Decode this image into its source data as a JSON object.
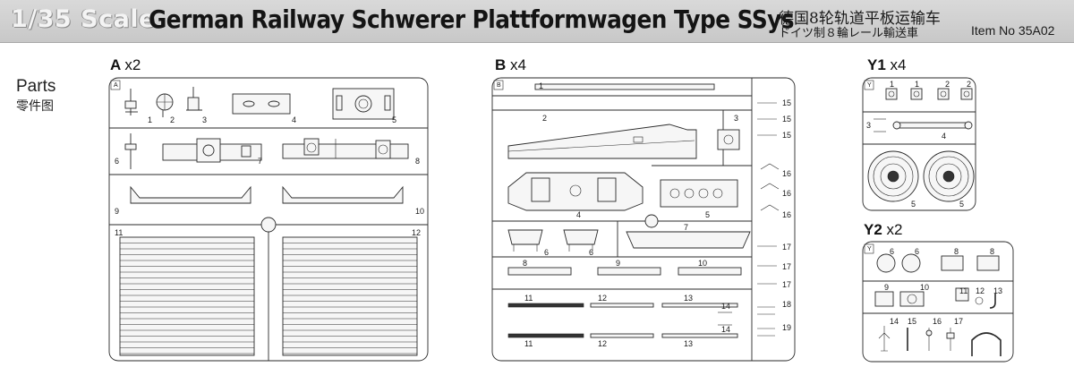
{
  "header": {
    "scale": "1/35 Scale",
    "title": "German Railway Schwerer Plattformwagen Type SSys",
    "title_cn": "德国8轮轨道平板运输车",
    "title_jp": "ドイツ制８輪レール輸送車",
    "item_no": "Item No 35A02"
  },
  "parts": {
    "label": "Parts",
    "label_cn": "零件图"
  },
  "sprues": {
    "A": {
      "name": "A",
      "count": "x2",
      "tag": "A",
      "nums": [
        "1",
        "2",
        "3",
        "4",
        "5",
        "6",
        "7",
        "8",
        "9",
        "10",
        "11",
        "12"
      ]
    },
    "B": {
      "name": "B",
      "count": "x4",
      "tag": "B",
      "nums": [
        "1",
        "2",
        "3",
        "4",
        "5",
        "6",
        "6",
        "7",
        "8",
        "9",
        "10",
        "11",
        "11",
        "12",
        "12",
        "13",
        "13",
        "14",
        "14",
        "15",
        "15",
        "15",
        "16",
        "16",
        "16",
        "17",
        "17",
        "17",
        "18",
        "19"
      ]
    },
    "Y1": {
      "name": "Y1",
      "count": "x4",
      "tag": "Y",
      "nums": [
        "1",
        "1",
        "2",
        "2",
        "3",
        "4",
        "5",
        "5"
      ]
    },
    "Y2": {
      "name": "Y2",
      "count": "x2",
      "tag": "Y",
      "nums": [
        "6",
        "6",
        "8",
        "8",
        "9",
        "10",
        "11",
        "12",
        "13",
        "14",
        "15",
        "16",
        "17"
      ]
    }
  },
  "colors": {
    "header_bg": "#cccccc",
    "line": "#2a2a2a"
  }
}
